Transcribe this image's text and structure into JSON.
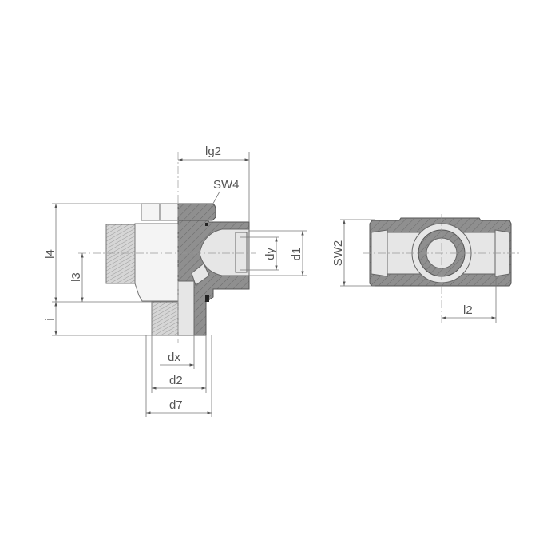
{
  "drawing": {
    "side_view_labels": {
      "lg2": "lg2",
      "sw4": "SW4",
      "l4": "l4",
      "l3": "l3",
      "i": "i",
      "dy": "dy",
      "d1": "d1",
      "dx": "dx",
      "d2": "d2",
      "d7": "d7"
    },
    "top_view_labels": {
      "sw2": "SW2",
      "l2": "l2"
    },
    "colors": {
      "section": "#8a8a8a",
      "bore": "#e6e6e6",
      "line": "#666666"
    }
  }
}
